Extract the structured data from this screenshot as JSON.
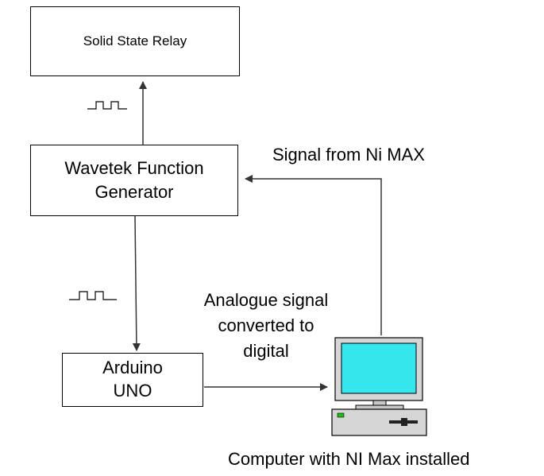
{
  "blocks": {
    "relay": "Solid State Relay",
    "generator": "Wavetek Function\nGenerator",
    "arduino": "Arduino\nUNO"
  },
  "labels": {
    "signal_from_ni_max": "Signal from Ni MAX",
    "analogue_converted": "Analogue signal\nconverted to\ndigital",
    "computer": "Computer with NI Max installed"
  }
}
